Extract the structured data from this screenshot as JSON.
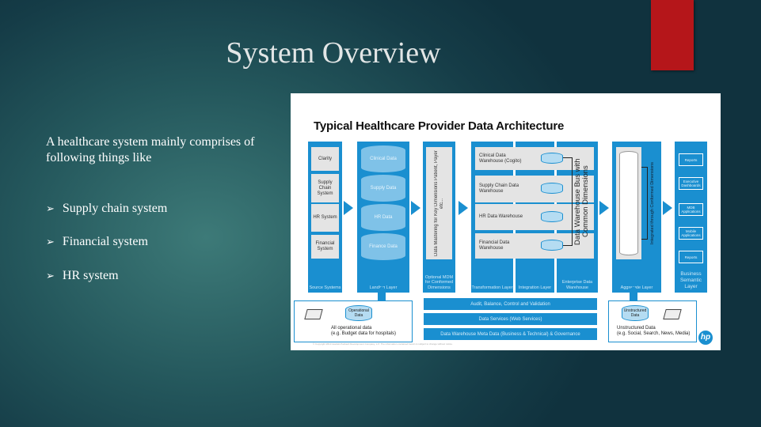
{
  "slide": {
    "title": "System Overview",
    "intro": "A healthcare system mainly comprises of following things like",
    "bullets": [
      "Supply chain system",
      "Financial system",
      "HR system"
    ],
    "accent": "#b5161a"
  },
  "diagram": {
    "title": "Typical Healthcare Provider Data Architecture",
    "source": {
      "items": [
        "Clarity",
        "Supply Chain System",
        "HR System",
        "Financial System"
      ],
      "label": "Source Systems"
    },
    "landing": {
      "items": [
        "Clinical Data",
        "Supply Data",
        "HR Data",
        "Finance Data"
      ],
      "label": "Landing Layer"
    },
    "mdm": {
      "text": "Data Mastering for Key Dimensions Patient, Payer etc...",
      "label": "Optional MDM for Conformed Dimensions"
    },
    "warehouses": [
      "Clinical Data Warehouse (Cogito)",
      "Supply Chain Data Warehouse",
      "HR Data Warehouse",
      "Financial Data Warehouse"
    ],
    "bus": "Data Warehouse Bus with Common Dimensions",
    "layers": [
      "Transformation Layer",
      "Integration Layer",
      "Enterprise Data Warehouse"
    ],
    "aggregate": {
      "text": "Integrated through Conformed Dimensions",
      "label": "Aggregate Layer"
    },
    "semantic": {
      "items": [
        "Reports",
        "Executive Dashboards",
        "MDB Applications",
        "Mobile Applications",
        "Reports"
      ],
      "label": "Business Semantic Layer"
    },
    "bars": [
      "Audit, Balance, Control and Validation",
      "Data Services (Web Services)",
      "Data Warehouse Meta Data (Business & Technical) & Governance"
    ],
    "operational": {
      "cyl": "Operational Data",
      "text1": "All operational data",
      "text2": "(e.g. Budget data for hospitals)"
    },
    "unstructured": {
      "cyl": "Unstructured Data",
      "text1": "Unstructured Data",
      "text2": "(e.g. Social, Search, News, Media)"
    },
    "logo": "hp",
    "copyright": "© Copyright 2013 Hewlett-Packard Development Company, L.P. The information contained herein is subject to change without notice."
  }
}
